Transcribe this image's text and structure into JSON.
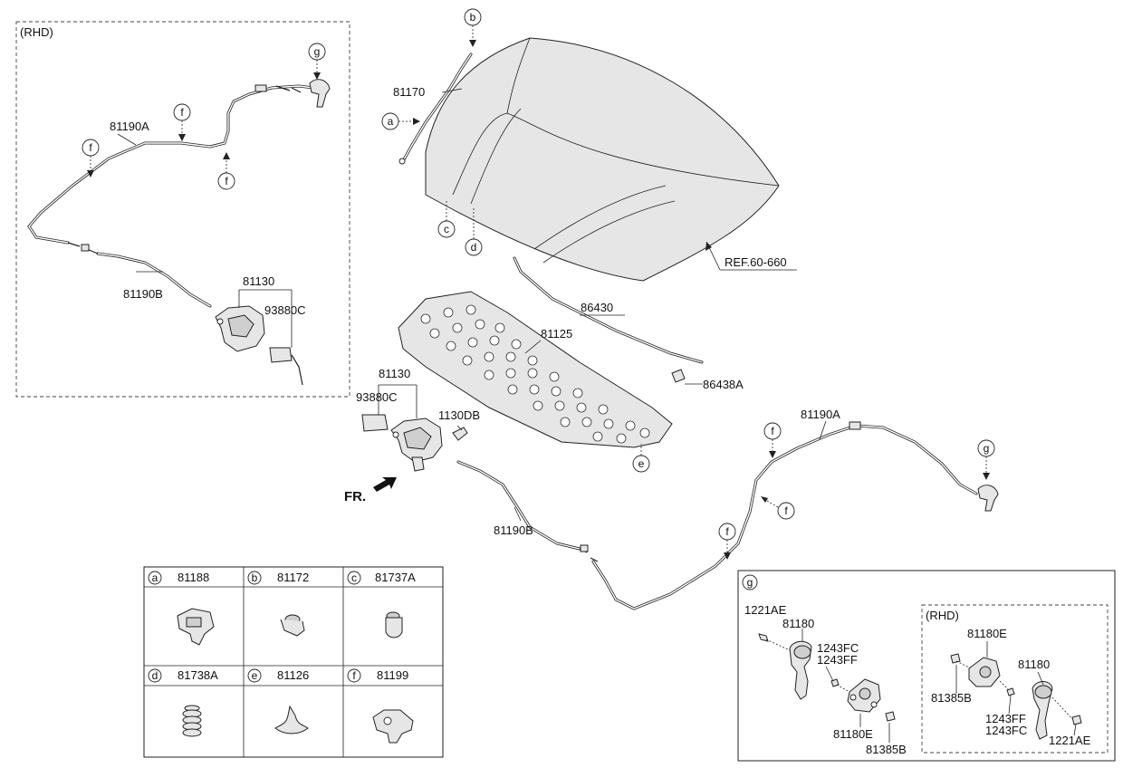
{
  "labels": {
    "rhd_top": "(RHD)",
    "p81190A_l": "81190A",
    "p81190B_l": "81190B",
    "p81130_l": "81130",
    "p93880C_l": "93880C",
    "p81170": "81170",
    "ref": "REF.60-660",
    "p86430": "86430",
    "p81125": "81125",
    "p86438A": "86438A",
    "p81130_c": "81130",
    "p93880C_c": "93880C",
    "p1130DB": "1130DB",
    "fr": "FR.",
    "p81190B_c": "81190B",
    "p81190A_r": "81190A"
  },
  "callouts": {
    "a": "a",
    "b": "b",
    "c": "c",
    "d": "d",
    "e": "e",
    "f": "f",
    "g": "g"
  },
  "legend": [
    {
      "letter": "a",
      "part": "81188"
    },
    {
      "letter": "b",
      "part": "81172"
    },
    {
      "letter": "c",
      "part": "81737A"
    },
    {
      "letter": "d",
      "part": "81738A"
    },
    {
      "letter": "e",
      "part": "81126"
    },
    {
      "letter": "f",
      "part": "81199"
    }
  ],
  "detail_g": {
    "letter": "g",
    "rhd": "(RHD)",
    "left": {
      "p1221AE": "1221AE",
      "p81180": "81180",
      "p1243FC": "1243FC",
      "p1243FF": "1243FF",
      "p81180E": "81180E",
      "p81385B": "81385B"
    },
    "right": {
      "p81180E": "81180E",
      "p81180": "81180",
      "p81385B": "81385B",
      "p1243FF": "1243FF",
      "p1243FC": "1243FC",
      "p1221AE": "1221AE"
    }
  }
}
